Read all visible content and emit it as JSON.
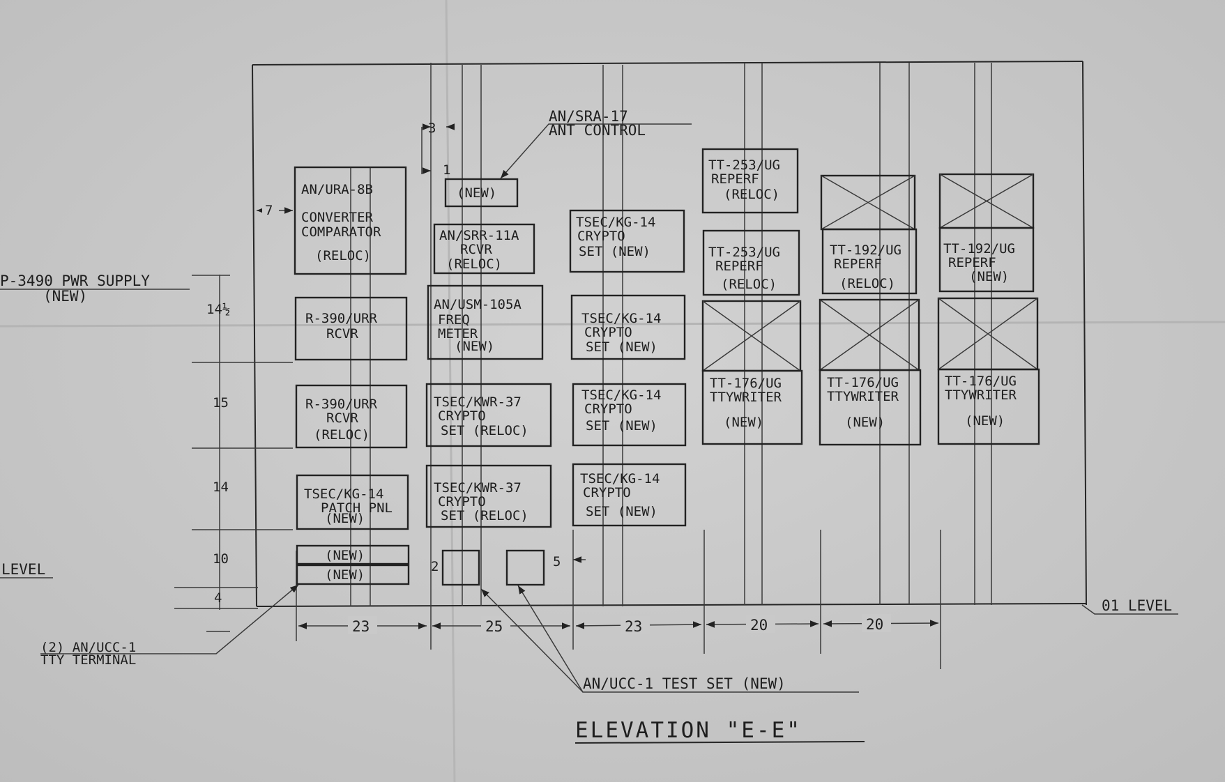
{
  "title": "ELEVATION \"E-E\"",
  "level_label_right": "01 LEVEL",
  "level_label_left": "LEVEL",
  "pwr_supply": {
    "line1": "P-3490 PWR SUPPLY",
    "line2": "(NEW)"
  },
  "callouts": {
    "ant_control_1": "AN/SRA-17",
    "ant_control_2": "ANT CONTROL",
    "tty_terminal_1": "(2) AN/UCC-1",
    "tty_terminal_2": "TTY TERMINAL",
    "test_set": "AN/UCC-1 TEST SET (NEW)"
  },
  "dimensions": {
    "vertical": [
      "14½",
      "15",
      "14",
      "10",
      "4"
    ],
    "horizontal": [
      "23",
      "25",
      "23",
      "20",
      "20"
    ],
    "small": [
      "3",
      "1",
      "7",
      "2",
      "5"
    ]
  },
  "equipment": {
    "col1": [
      {
        "lines": [
          "AN/URA-8B",
          "",
          "CONVERTER",
          "COMPARATOR",
          "",
          "(RELOC)"
        ]
      },
      {
        "lines": [
          "R-390/URR",
          "RCVR"
        ]
      },
      {
        "lines": [
          "R-390/URR",
          "RCVR",
          "(RELOC)"
        ]
      },
      {
        "lines": [
          "TSEC/KG-14",
          "PATCH PNL",
          "(NEW)"
        ]
      },
      {
        "lines": [
          "(NEW)"
        ]
      },
      {
        "lines": [
          "(NEW)"
        ]
      }
    ],
    "col2": [
      {
        "lines": [
          "(NEW)"
        ]
      },
      {
        "lines": [
          "AN/SRR-11A",
          "RCVR",
          "(RELOC)"
        ]
      },
      {
        "lines": [
          "AN/USM-105A",
          "FREQ",
          "METER",
          "(NEW)"
        ]
      },
      {
        "lines": [
          "TSEC/KWR-37",
          "CRYPTO",
          "SET (RELOC)"
        ]
      },
      {
        "lines": [
          "TSEC/KWR-37",
          "CRYPTO",
          "SET (RELOC)"
        ]
      }
    ],
    "col3": [
      {
        "lines": [
          "TSEC/KG-14",
          "CRYPTO",
          "SET (NEW)"
        ]
      },
      {
        "lines": [
          "TSEC/KG-14",
          "CRYPTO",
          "SET (NEW)"
        ]
      },
      {
        "lines": [
          "TSEC/KG-14",
          "CRYPTO",
          "SET (NEW)"
        ]
      },
      {
        "lines": [
          "TSEC/KG-14",
          "CRYPTO",
          "SET (NEW)"
        ]
      }
    ],
    "col4": [
      {
        "lines": [
          "TT-253/UG",
          "REPERF",
          "(RELOC)"
        ]
      },
      {
        "lines": [
          "TT-253/UG",
          "REPERF",
          "(RELOC)"
        ]
      },
      {
        "lines": [
          "TT-176/UG",
          "TTYWRITER",
          "",
          "(NEW)"
        ]
      }
    ],
    "col5": [
      {
        "lines": [
          "TT-192/UG",
          "REPERF",
          "(RELOC)"
        ]
      },
      {
        "lines": [
          "TT-176/UG",
          "TTYWRITER",
          "",
          "(NEW)"
        ]
      }
    ],
    "col6": [
      {
        "lines": [
          "TT-192/UG",
          "REPERF",
          "(NEW)"
        ]
      },
      {
        "lines": [
          "TT-176/UG",
          "TTYWRITER",
          "",
          "(NEW)"
        ]
      }
    ]
  }
}
